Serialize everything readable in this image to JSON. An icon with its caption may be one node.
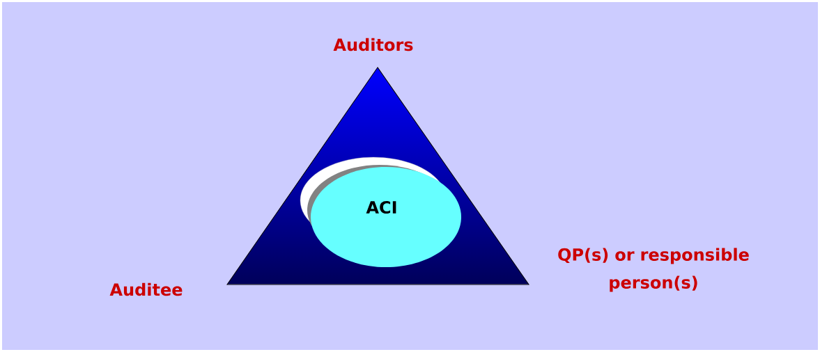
{
  "diagram": {
    "nodes": [
      {
        "text": [],
        "shape": "triangle"
      },
      {
        "text": [
          "ACI"
        ],
        "in": 0
      }
    ],
    "labels": [
      "Auditors",
      "Auditee",
      "QP(s) or responsible person(s)"
    ]
  }
}
